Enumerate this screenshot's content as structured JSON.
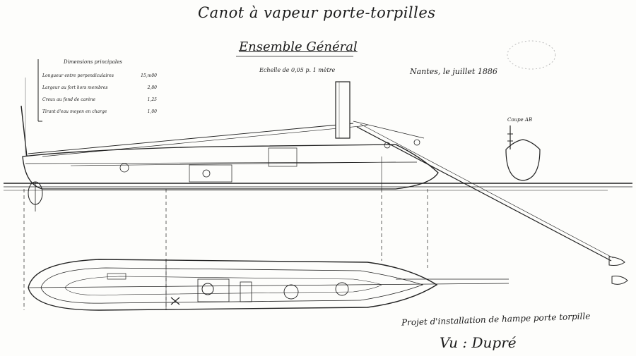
{
  "drawing": {
    "title": "Canot à vapeur porte-torpilles",
    "subtitle": "Ensemble Général",
    "scale": "Echelle de 0,05 p. 1 mètre",
    "date": "Nantes, le juillet 1886",
    "section_label": "Coupe AB",
    "note": "Projet d'installation de hampe porte torpille",
    "signature": "Vu : Dupré"
  },
  "dimensions": {
    "heading": "Dimensions principales",
    "rows": [
      {
        "label": "Longueur entre perpendiculaires",
        "value": "15,m00"
      },
      {
        "label": "Largeur au fort hors membres",
        "value": "2,80"
      },
      {
        "label": "Creux au fond de carène",
        "value": "1,25"
      },
      {
        "label": "Tirant d'eau moyen en charge",
        "value": "1,00"
      }
    ]
  }
}
